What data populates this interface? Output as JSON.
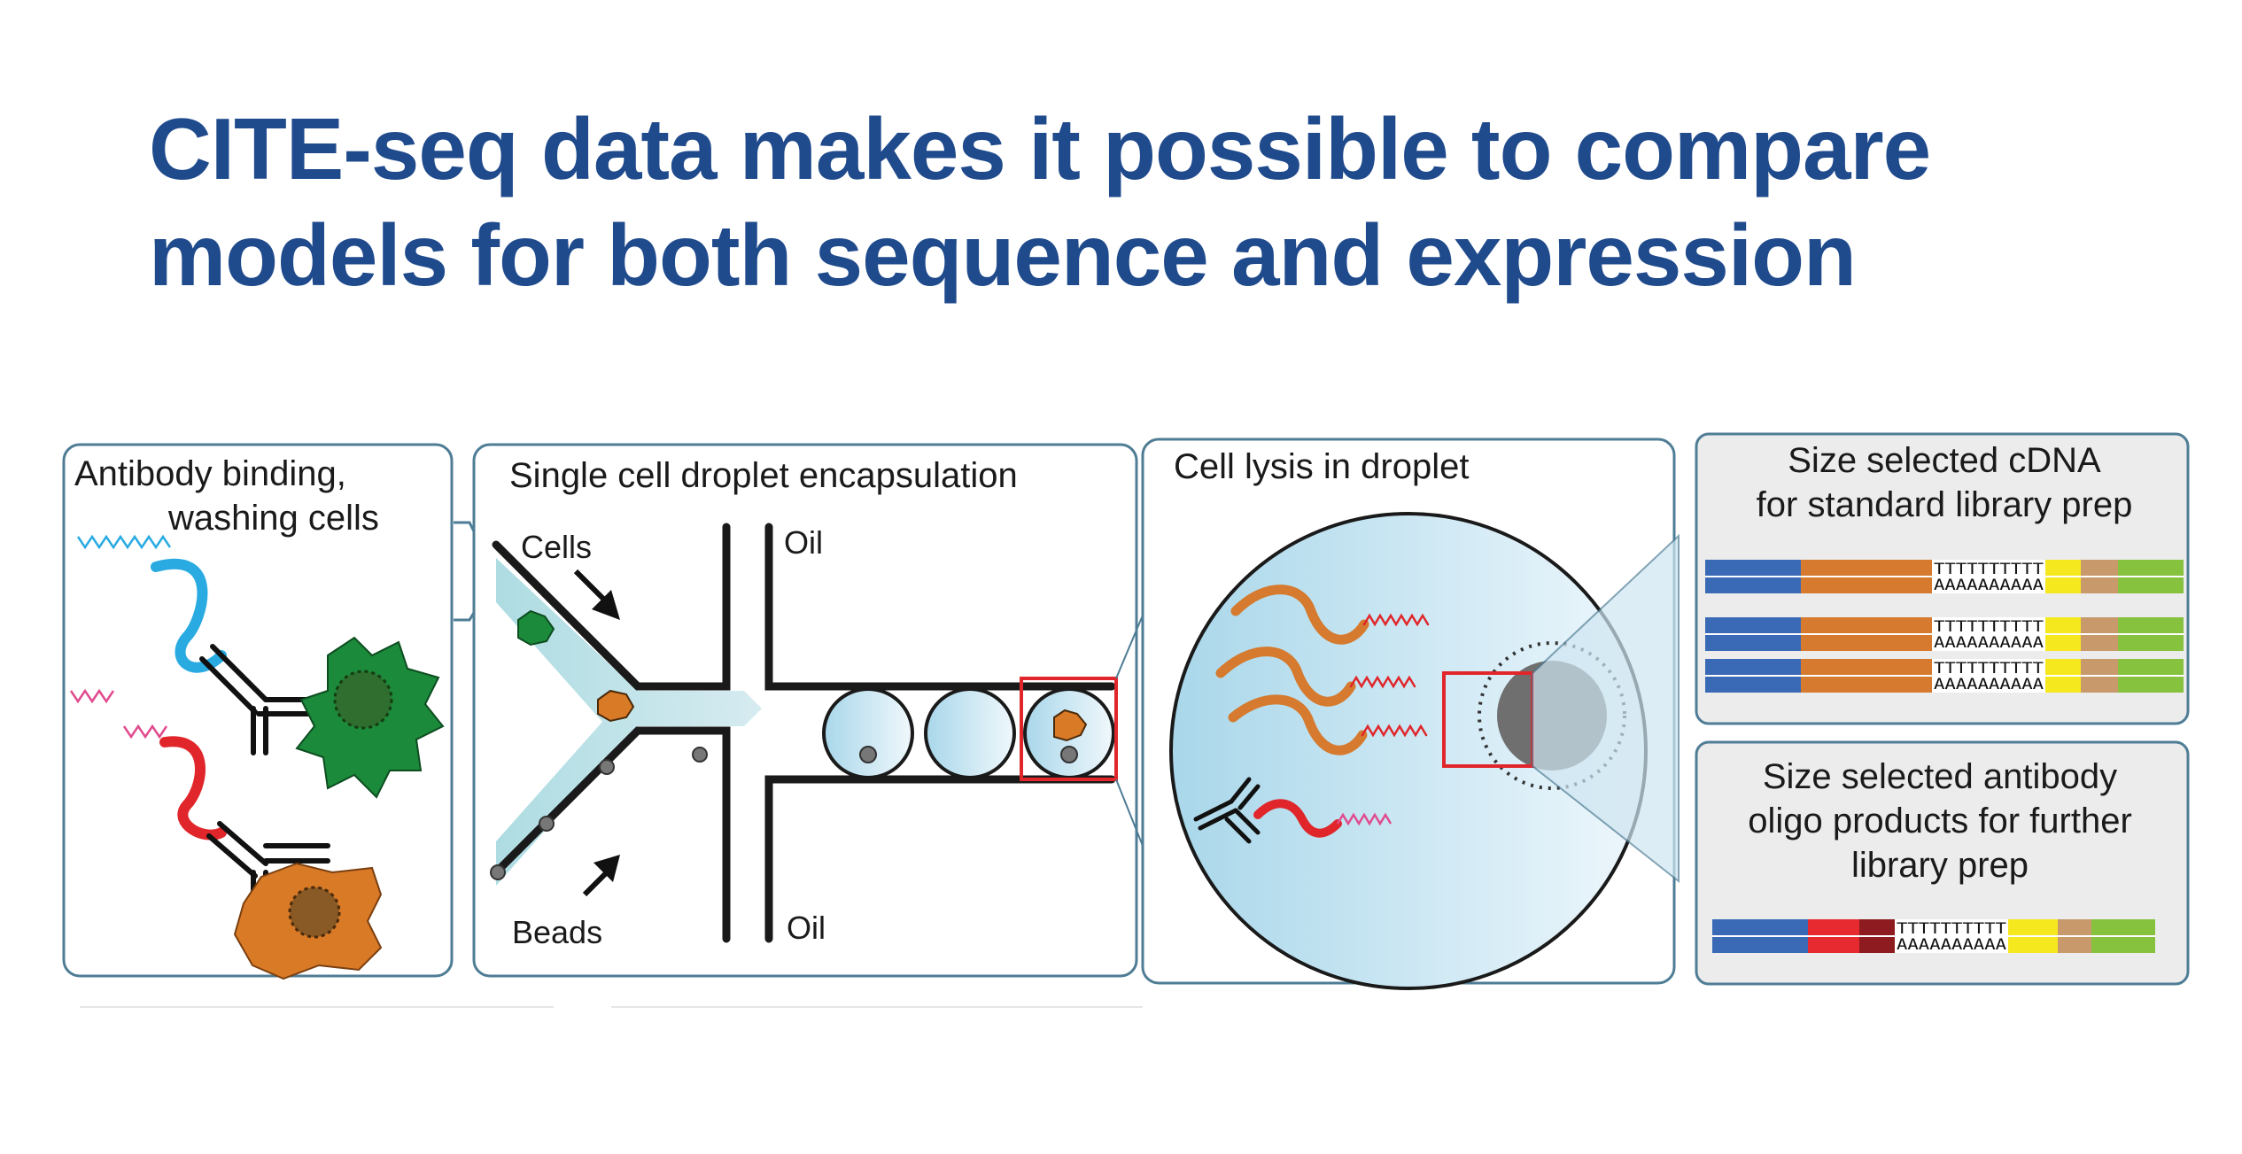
{
  "slide": {
    "title_line1": "CITE-seq data makes it possible to compare",
    "title_line2": "models for both sequence and expression"
  },
  "panels": {
    "binding": {
      "title_line1": "Antibody binding,",
      "title_line2": "washing cells"
    },
    "encapsulation": {
      "title": "Single cell droplet encapsulation",
      "cells_label": "Cells",
      "beads_label": "Beads",
      "oil_top_label": "Oil",
      "oil_bottom_label": "Oil"
    },
    "lysis": {
      "title": "Cell lysis in droplet"
    },
    "cdna": {
      "title_line1": "Size selected cDNA",
      "title_line2": "for standard library prep",
      "poly_t": "TTTTTTTTTT",
      "poly_a": "AAAAAAAAAA"
    },
    "antibody_oligo": {
      "title_line1": "Size selected antibody",
      "title_line2": "oligo products for further",
      "title_line3": "library prep",
      "poly_t": "TTTTTTTTTT",
      "poly_a": "AAAAAAAAAA"
    }
  },
  "colors": {
    "title": "#1f4a8c",
    "panel_border": "#4f7d95",
    "cell_green": "#1b8a3a",
    "cell_orange": "#d97a27",
    "oligo_blue": "#29abe2",
    "oligo_red": "#e0262b",
    "seg_blue": "#3a6ab5",
    "seg_orange": "#d57a2e",
    "seg_yellow": "#f5e81e",
    "seg_tan": "#c8996b",
    "seg_green": "#86c23e",
    "seg_red": "#e62a2f",
    "seg_darkred": "#8e1b1f"
  },
  "icons": [
    "antibody-icon",
    "cell-icon",
    "bead-icon",
    "arrow-icon",
    "mrna-icon",
    "gel-bead-icon"
  ]
}
